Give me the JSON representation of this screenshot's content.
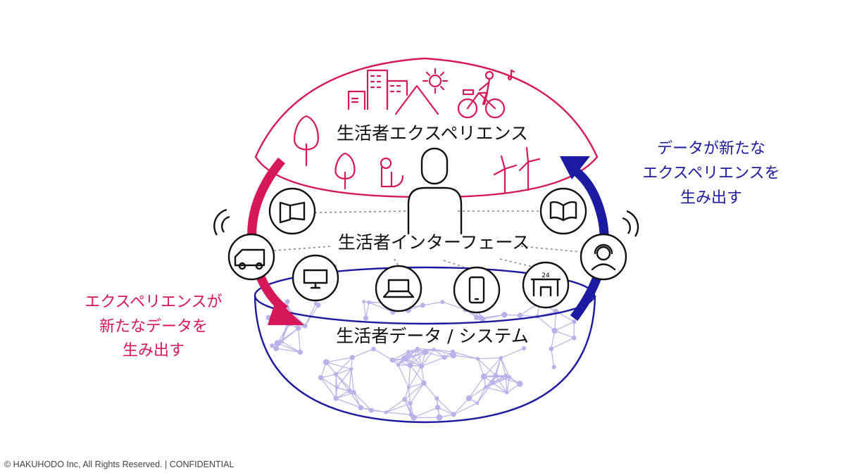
{
  "labels": {
    "experience": "生活者エクスペリエンス",
    "interface": "生活者インターフェース",
    "data_system": "生活者データ / システム"
  },
  "left_caption": [
    "エクスペリエンスが",
    "新たなデータを",
    "生み出す"
  ],
  "right_caption": [
    "データが新たな",
    "エクスペリエンスを",
    "生み出す"
  ],
  "footer": "© HAKUHODO Inc, All  Rights  Reserved. | CONFIDENTIAL",
  "colors": {
    "experience": "#d6175a",
    "data": "#1c1aa0",
    "network": "#b9b2ea"
  },
  "icons": [
    "projector-icon",
    "car-icon",
    "tv-icon",
    "laptop-icon",
    "smartphone-icon",
    "store-24-icon",
    "book-icon",
    "headset-operator-icon"
  ]
}
